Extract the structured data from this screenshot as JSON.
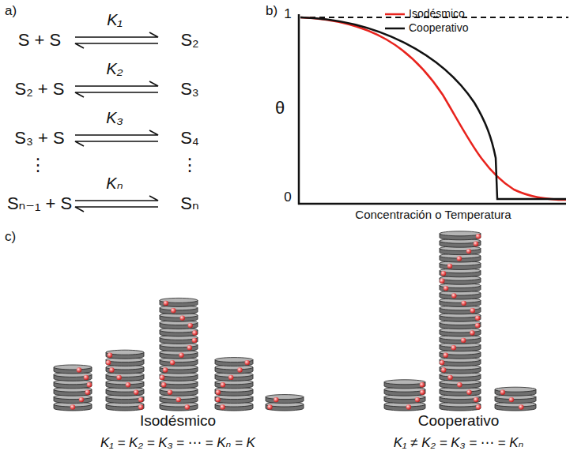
{
  "diagram": {
    "labels": [
      "a)",
      "S + S",
      "K₁",
      "S₂",
      "S₂ + S",
      "K₂",
      "S₃",
      "S₃ + S",
      "K₃",
      "S₄",
      "⋮",
      "⋮",
      "Sₙ₋₁ + S",
      "Kₙ",
      "Sₙ",
      "b)",
      "1",
      "θ",
      "0",
      "Concentración o Temperatura",
      "c)",
      "Isodésmico",
      "K₁ = K₂ = K₃ = ⋯ = Kₙ = K",
      "Cooperativo",
      "K₁ ≠ K₂ = K₃ = ⋯ = Kₙ"
    ],
    "legend": [
      {
        "text": "Isodésmico"
      },
      {
        "text": "Cooperativo"
      }
    ]
  }
}
